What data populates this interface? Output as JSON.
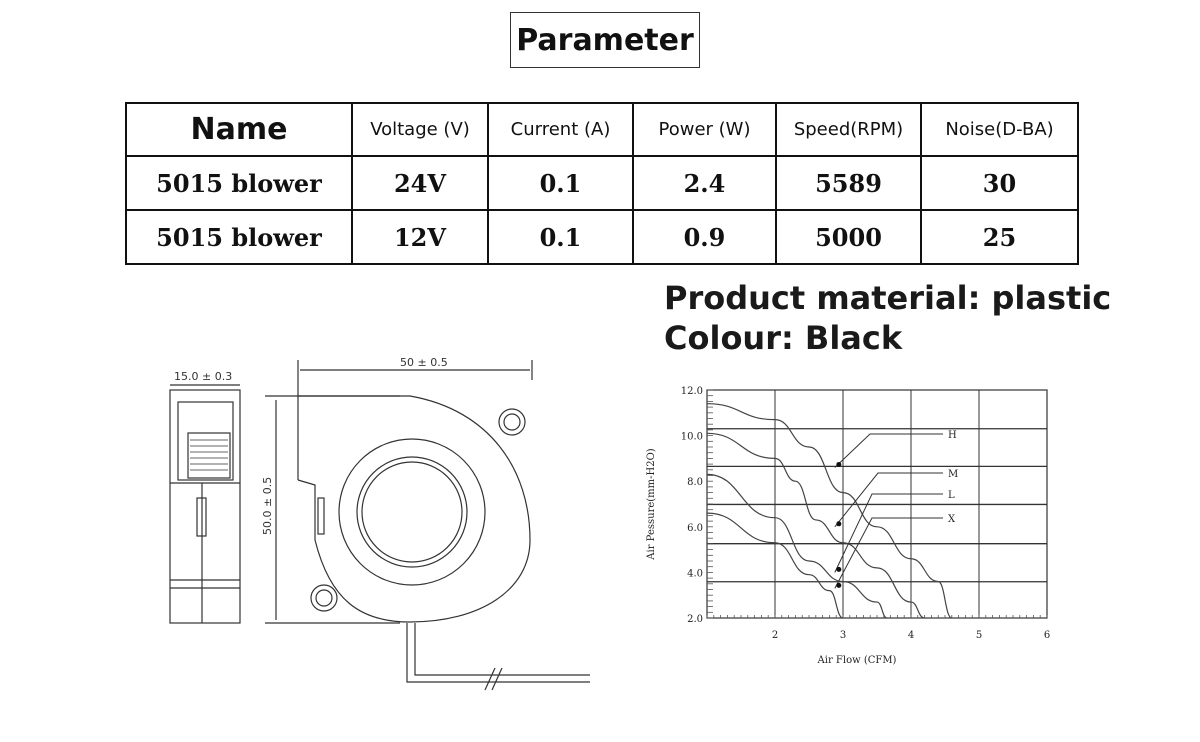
{
  "title": "Parameter",
  "table": {
    "headers": [
      "Name",
      "Voltage (V)",
      "Current (A)",
      "Power (W)",
      "Speed(RPM)",
      "Noise(D-BA)"
    ],
    "rows": [
      [
        "5015 blower",
        "24V",
        "0.1",
        "2.4",
        "5589",
        "30"
      ],
      [
        "5015 blower",
        "12V",
        "0.1",
        "0.9",
        "5000",
        "25"
      ]
    ]
  },
  "material": "Product material: plastic",
  "colour": "Colour: Black",
  "drawing": {
    "width_dim_side": "15.0 ± 0.3",
    "width_dim_front": "50 ± 0.5",
    "height_dim": "50.0 ± 0.5"
  },
  "chart_data": {
    "type": "line",
    "xlabel": "Air Flow (CFM)",
    "ylabel": "Air Pessure(mm-H2O)",
    "xlim": [
      1,
      6
    ],
    "ylim": [
      2,
      12
    ],
    "x_ticks": [
      "2",
      "3",
      "4",
      "5",
      "6"
    ],
    "y_ticks": [
      "12.0",
      "10.0",
      "8.0",
      "6.0",
      "4.0",
      "2.0"
    ],
    "grid": true,
    "horizontal_gridlines": [
      10.3,
      8.65,
      6.98,
      5.26,
      3.59
    ],
    "series": [
      {
        "name": "H",
        "x": [
          1,
          2,
          2.5,
          3,
          3.5,
          4,
          4.4,
          4.6
        ],
        "y": [
          11.4,
          10.7,
          9.5,
          7.5,
          6.0,
          4.6,
          3.6,
          2.0
        ]
      },
      {
        "name": "M",
        "x": [
          1,
          2,
          2.3,
          2.6,
          3,
          3.5,
          4,
          4.2
        ],
        "y": [
          10.1,
          9.0,
          8.0,
          6.3,
          5.3,
          4.2,
          2.7,
          2.0
        ]
      },
      {
        "name": "L",
        "x": [
          1,
          2,
          2.5,
          3,
          3.5,
          3.65
        ],
        "y": [
          8.3,
          6.4,
          4.5,
          3.6,
          2.7,
          2.0
        ]
      },
      {
        "name": "X",
        "x": [
          1,
          2,
          2.5,
          2.8,
          3.0
        ],
        "y": [
          6.6,
          5.3,
          3.9,
          3.2,
          2.0
        ]
      }
    ]
  }
}
